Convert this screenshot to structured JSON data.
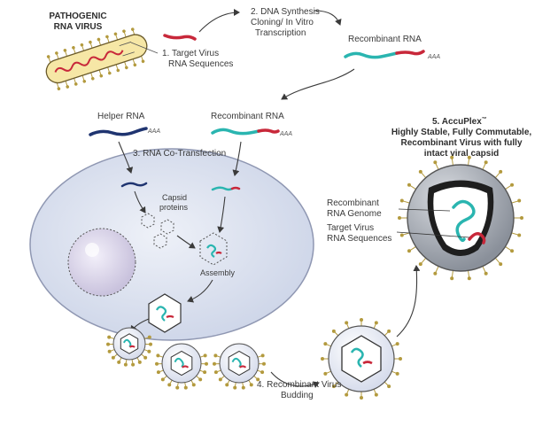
{
  "labels": {
    "pathogen_title_1": "PATHOGENIC",
    "pathogen_title_2": "RNA VIRUS",
    "step1_1": "1. Target Virus",
    "step1_2": "RNA Sequences",
    "step2_1": "2. DNA Synthesis",
    "step2_2": "Cloning/ In Vitro",
    "step2_3": "Transcription",
    "recombinant_rna_top": "Recombinant RNA",
    "helper_rna": "Helper RNA",
    "recombinant_rna_mid": "Recombinant RNA",
    "step3": "3. RNA Co-Transfection",
    "capsid_1": "Capsid",
    "capsid_2": "proteins",
    "assembly": "Assembly",
    "step4_1": "4. Recombinant Virus",
    "step4_2": "Budding",
    "step5_1": "5. AccuPlex",
    "step5_tm": "™",
    "step5_2": "Highly Stable, Fully Commutable,",
    "step5_3": "Recombinant Virus with fully",
    "step5_4": "intact viral capsid",
    "genome_1": "Recombinant",
    "genome_2": "RNA Genome",
    "target_1": "Target Virus",
    "target_2": "RNA Sequences",
    "poly_a": "AAA"
  },
  "colors": {
    "teal": "#2ab5b0",
    "red": "#c8283a",
    "navy": "#1f3470",
    "cell": "#dde3f0",
    "virion": "#9aa0aa",
    "spike": "#b39a3e"
  }
}
